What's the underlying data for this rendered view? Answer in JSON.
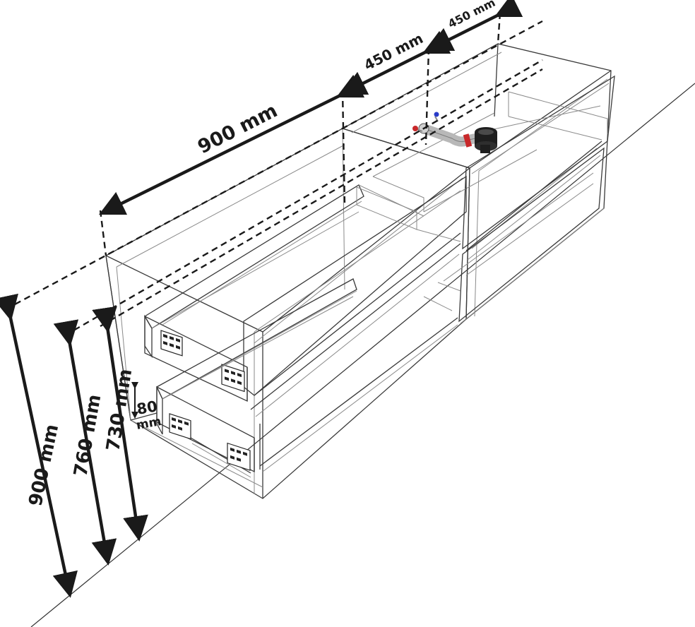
{
  "dimensions": {
    "width_total": "900 mm",
    "width_left": "450 mm",
    "width_right": "450 mm",
    "height_total": "900 mm",
    "height_mid": "760 mm",
    "height_low": "730 mm",
    "gap": "80",
    "gap_unit": "mm"
  },
  "colors": {
    "pipe_red": "#c8282a",
    "pipe_blue": "#2a3cc8",
    "pipe_grey": "#b8b8b8",
    "siphon": "#1e1e1e"
  },
  "icons": [
    "siphon-icon",
    "water-tap-hot-icon",
    "water-tap-cold-icon",
    "drawer-runner-icon"
  ]
}
